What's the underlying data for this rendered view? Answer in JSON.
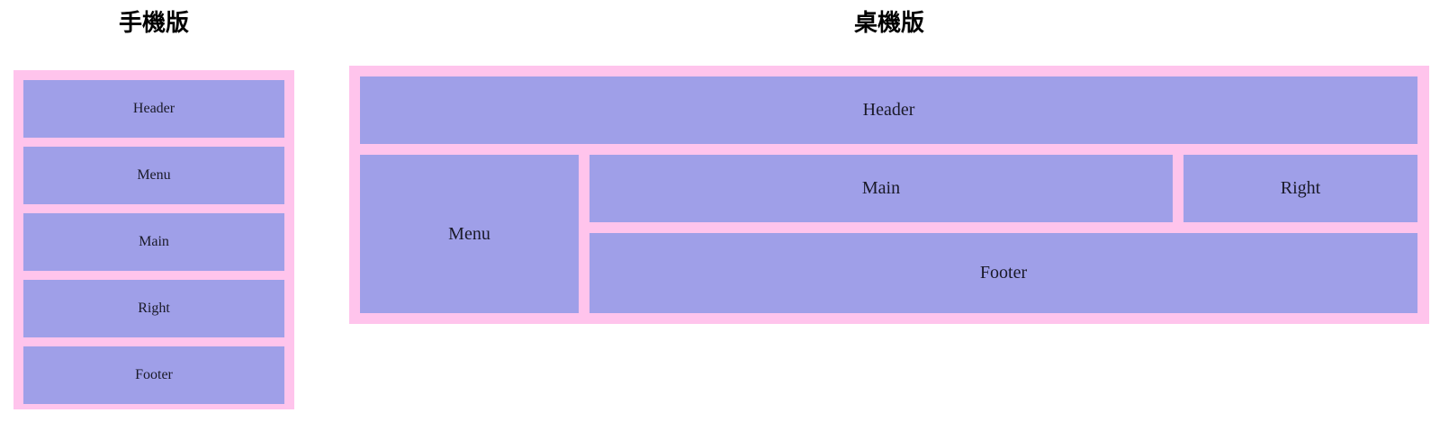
{
  "theme": {
    "page_background": "#ffffff",
    "frame_color": "#ffc4ec",
    "cell_color": "#9f9fe8",
    "text_color": "#1a1a28",
    "title_color": "#000000"
  },
  "mobile": {
    "title": "手機版",
    "blocks": [
      {
        "label": "Header"
      },
      {
        "label": "Menu"
      },
      {
        "label": "Main"
      },
      {
        "label": "Right"
      },
      {
        "label": "Footer"
      }
    ]
  },
  "desktop": {
    "title": "桌機版",
    "blocks": [
      {
        "label": "Header"
      },
      {
        "label": "Menu"
      },
      {
        "label": "Main"
      },
      {
        "label": "Right"
      },
      {
        "label": "Footer"
      }
    ]
  }
}
